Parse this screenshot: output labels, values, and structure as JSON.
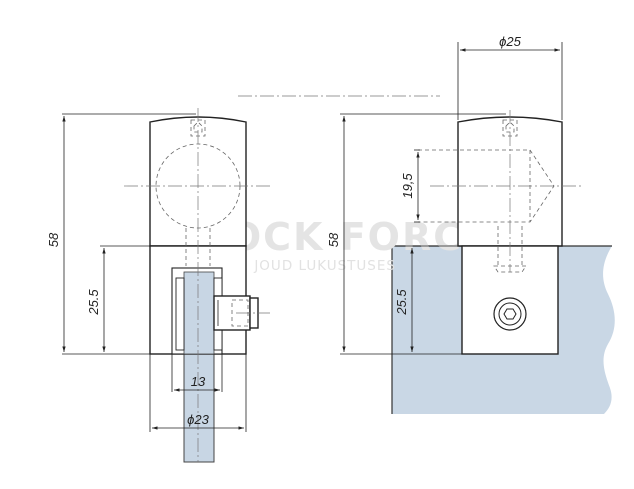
{
  "watermark": {
    "brand": "LOCK FORCE",
    "tagline": "PROF. JOUD LUKUSTUSES"
  },
  "front_view": {
    "height_total": "58",
    "height_lower": "25.5",
    "glass_width": "13",
    "body_diameter": "ϕ23"
  },
  "side_view": {
    "diameter": "ϕ25",
    "height_total": "58",
    "height_lower": "25.5",
    "bore": "19,5"
  },
  "colors": {
    "glass": "#c8d6e4",
    "wall": "#c9d7e5",
    "line": "#222222"
  }
}
